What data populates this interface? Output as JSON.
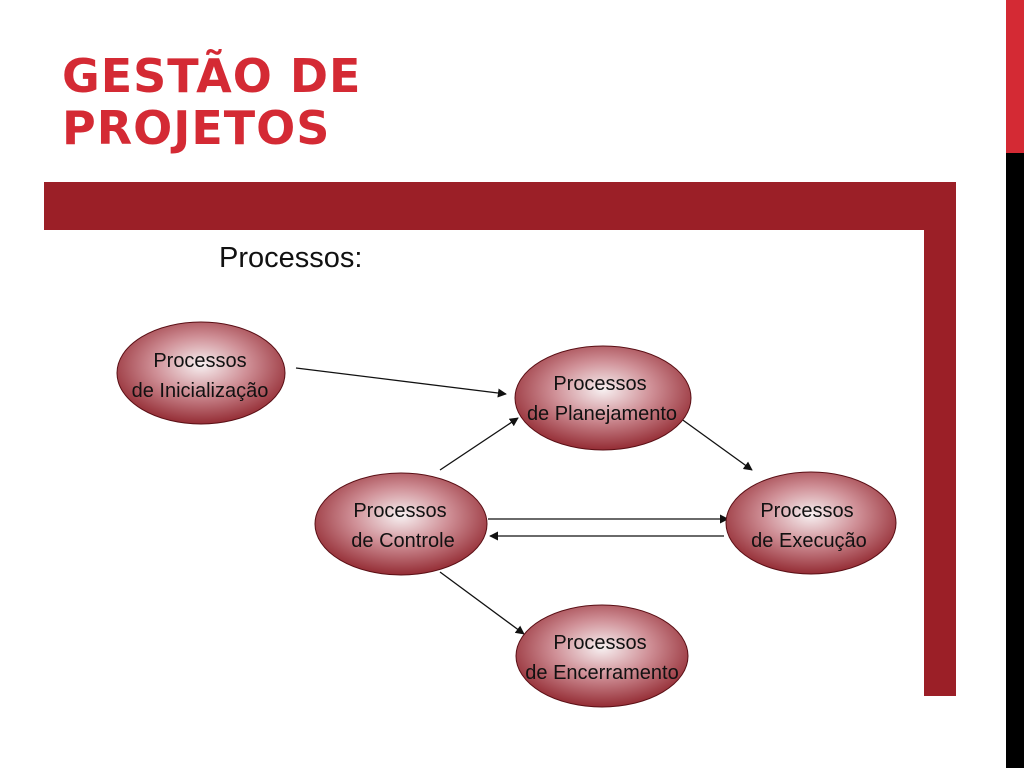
{
  "slide": {
    "title_line1": "GESTÃO DE",
    "title_line2": "PROJETOS",
    "accent_color": "#d42a34",
    "frame_color": "#9b1f27"
  },
  "diagram": {
    "heading": "Processos:",
    "node_color": "#8c1f27",
    "nodes": {
      "inicializacao": {
        "line1": "Processos",
        "line2": "de Inicialização"
      },
      "planejamento": {
        "line1": "Processos",
        "line2": "de Planejamento"
      },
      "controle": {
        "line1": "Processos",
        "line2": "de Controle"
      },
      "execucao": {
        "line1": "Processos",
        "line2": "de Execução"
      },
      "encerramento": {
        "line1": "Processos",
        "line2": "de Encerramento"
      }
    }
  }
}
